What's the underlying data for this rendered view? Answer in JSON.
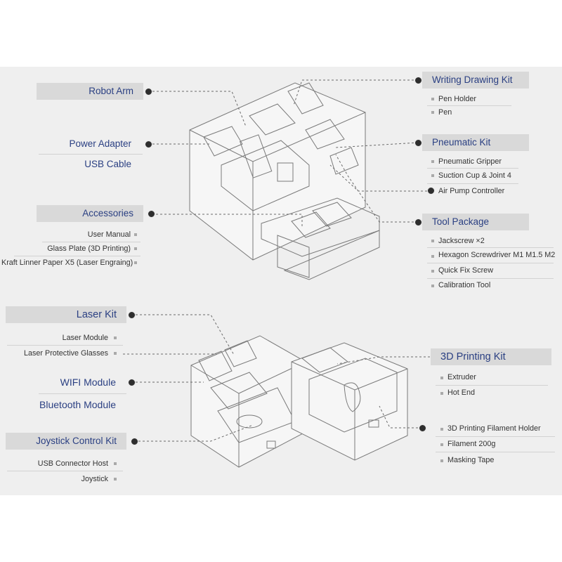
{
  "robot_box": {
    "left_labels": {
      "robot_arm": "Robot Arm",
      "power_adapter": "Power Adapter",
      "usb_cable": "USB Cable",
      "accessories": "Accessories",
      "accessories_items": [
        "User Manual",
        "Glass Plate (3D Printing)",
        "Kraft Linner Paper X5 (Laser Engraing)"
      ]
    },
    "right_labels": {
      "writing_drawing_kit": "Writing Drawing Kit",
      "writing_drawing_items": [
        "Pen Holder",
        "Pen"
      ],
      "pneumatic_kit": "Pneumatic Kit",
      "pneumatic_items": [
        "Pneumatic Gripper",
        "Suction Cup & Joint 4",
        "Air Pump Controller"
      ],
      "tool_package": "Tool Package",
      "tool_items": [
        "Jackscrew ×2",
        "Hexagon Screwdriver  M1 M1.5 M2",
        "Quick Fix Screw",
        "Calibration Tool"
      ]
    }
  },
  "laser_box": {
    "laser_kit": "Laser Kit",
    "laser_items": [
      "Laser Module",
      "Laser Protective Glasses"
    ],
    "wifi_module": "WIFI Module",
    "bluetooth_module": "Bluetooth Module",
    "joystick_kit": "Joystick Control Kit",
    "joystick_items": [
      "USB Connector Host",
      "Joystick"
    ]
  },
  "printing_box": {
    "printing_kit": "3D Printing Kit",
    "printing_items": [
      "Extruder",
      "Hot End"
    ],
    "printing_extra_items": [
      "3D Printing Filament Holder",
      "Filament 200g",
      "Masking Tape"
    ]
  },
  "colors": {
    "panel_bg": "#efefef",
    "label_band": "#d9d9d9",
    "label_text": "#2a3f82",
    "item_text": "#333333",
    "box_stroke": "#7a7a7a",
    "leader_line": "#6a6a6a"
  },
  "icons": [
    "pointer-dot-icon",
    "bullet-square-icon"
  ]
}
